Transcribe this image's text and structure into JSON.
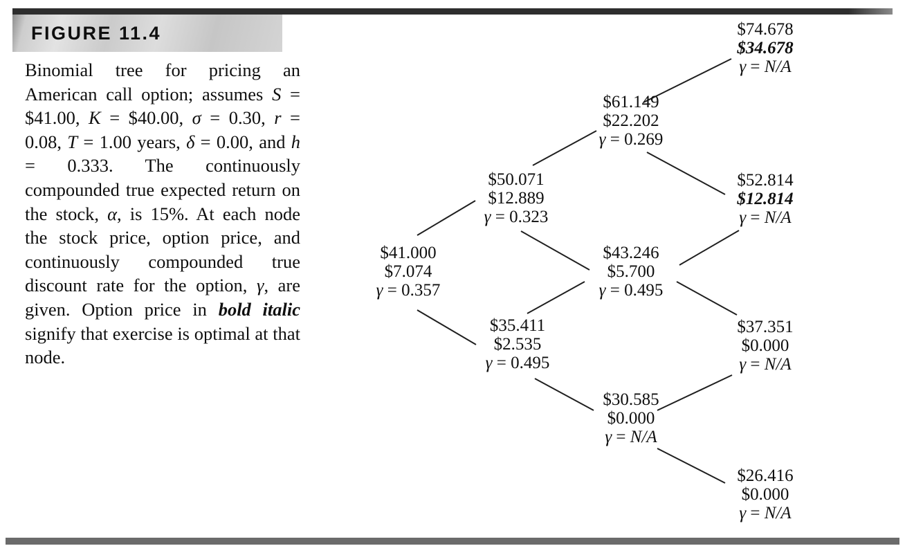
{
  "figure": {
    "label": "FIGURE 11.4"
  },
  "caption": {
    "segments": [
      {
        "text": "Binomial tree for pricing an American call option; assumes "
      },
      {
        "text": "S",
        "style": "i"
      },
      {
        "text": " = $41.00, "
      },
      {
        "text": "K",
        "style": "i"
      },
      {
        "text": " = $40.00, "
      },
      {
        "text": "σ",
        "style": "i"
      },
      {
        "text": " = 0.30, "
      },
      {
        "text": "r",
        "style": "i"
      },
      {
        "text": " = 0.08, "
      },
      {
        "text": "T",
        "style": "i"
      },
      {
        "text": " = 1.00 years, "
      },
      {
        "text": "δ",
        "style": "i"
      },
      {
        "text": " = 0.00, and "
      },
      {
        "text": "h",
        "style": "i"
      },
      {
        "text": " = 0.333. The continuously compounded true expected return on the stock, "
      },
      {
        "text": "α",
        "style": "i"
      },
      {
        "text": ", is 15%. At each node the stock price, option price, and continuously compounded true discount rate for the option, "
      },
      {
        "text": "γ",
        "style": "i"
      },
      {
        "text": ", are given. Option price in "
      },
      {
        "text": "bold italic",
        "style": "bi"
      },
      {
        "text": " signify that exercise is optimal at that node."
      }
    ]
  },
  "tree": {
    "gamma_symbol": "γ",
    "equals": " = ",
    "nodes": [
      {
        "id": "S",
        "stock_price": "$41.000",
        "option_price": "$7.074",
        "gamma": "0.357",
        "exercise_optimal": false,
        "gamma_is_na": false
      },
      {
        "id": "Su",
        "stock_price": "$50.071",
        "option_price": "$12.889",
        "gamma": "0.323",
        "exercise_optimal": false,
        "gamma_is_na": false
      },
      {
        "id": "Sd",
        "stock_price": "$35.411",
        "option_price": "$2.535",
        "gamma": "0.495",
        "exercise_optimal": false,
        "gamma_is_na": false
      },
      {
        "id": "Suu",
        "stock_price": "$61.149",
        "option_price": "$22.202",
        "gamma": "0.269",
        "exercise_optimal": false,
        "gamma_is_na": false
      },
      {
        "id": "Sud",
        "stock_price": "$43.246",
        "option_price": "$5.700",
        "gamma": "0.495",
        "exercise_optimal": false,
        "gamma_is_na": false
      },
      {
        "id": "Sdd",
        "stock_price": "$30.585",
        "option_price": "$0.000",
        "gamma": "N/A",
        "exercise_optimal": false,
        "gamma_is_na": true
      },
      {
        "id": "Suuu",
        "stock_price": "$74.678",
        "option_price": "$34.678",
        "gamma": "N/A",
        "exercise_optimal": true,
        "gamma_is_na": true
      },
      {
        "id": "Suud",
        "stock_price": "$52.814",
        "option_price": "$12.814",
        "gamma": "N/A",
        "exercise_optimal": true,
        "gamma_is_na": true
      },
      {
        "id": "Sudd",
        "stock_price": "$37.351",
        "option_price": "$0.000",
        "gamma": "N/A",
        "exercise_optimal": false,
        "gamma_is_na": true
      },
      {
        "id": "Sddd",
        "stock_price": "$26.416",
        "option_price": "$0.000",
        "gamma": "N/A",
        "exercise_optimal": false,
        "gamma_is_na": true
      }
    ],
    "edges": [
      [
        "S",
        "Su"
      ],
      [
        "S",
        "Sd"
      ],
      [
        "Su",
        "Suu"
      ],
      [
        "Su",
        "Sud"
      ],
      [
        "Sd",
        "Sud"
      ],
      [
        "Sd",
        "Sdd"
      ],
      [
        "Suu",
        "Suuu"
      ],
      [
        "Suu",
        "Suud"
      ],
      [
        "Sud",
        "Suud"
      ],
      [
        "Sud",
        "Sudd"
      ],
      [
        "Sdd",
        "Sudd"
      ],
      [
        "Sdd",
        "Sddd"
      ]
    ]
  },
  "colors": {
    "text": "#161616",
    "rule-dark": "#2e2e2e",
    "rule-gray": "#6b6b6b"
  }
}
